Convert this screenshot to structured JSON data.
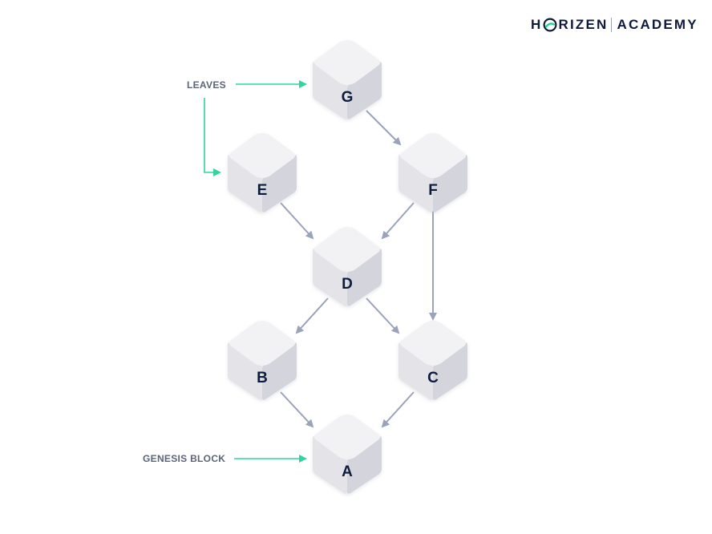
{
  "brand": {
    "name_left_1": "H",
    "name_left_2": "RIZEN",
    "name_right": "ACADEMY",
    "logo_icon": "horizen-o-icon",
    "accent": "#19d38f",
    "dark": "#0e1a3d"
  },
  "annotations": {
    "leaves": "LEAVES",
    "genesis": "GENESIS BLOCK"
  },
  "nodes": [
    {
      "id": "G",
      "label": "G"
    },
    {
      "id": "E",
      "label": "E"
    },
    {
      "id": "F",
      "label": "F"
    },
    {
      "id": "D",
      "label": "D"
    },
    {
      "id": "B",
      "label": "B"
    },
    {
      "id": "C",
      "label": "C"
    },
    {
      "id": "A",
      "label": "A"
    }
  ],
  "edges": [
    [
      "G",
      "F"
    ],
    [
      "E",
      "D"
    ],
    [
      "F",
      "D"
    ],
    [
      "F",
      "C"
    ],
    [
      "D",
      "B"
    ],
    [
      "D",
      "C"
    ],
    [
      "B",
      "A"
    ],
    [
      "C",
      "A"
    ]
  ],
  "colors": {
    "edge": "#9aa3ba",
    "annotation_arrow": "#2fd59a",
    "cube_top": "#f2f2f4",
    "cube_left": "#e3e3e8",
    "cube_right": "#d4d5dc"
  }
}
